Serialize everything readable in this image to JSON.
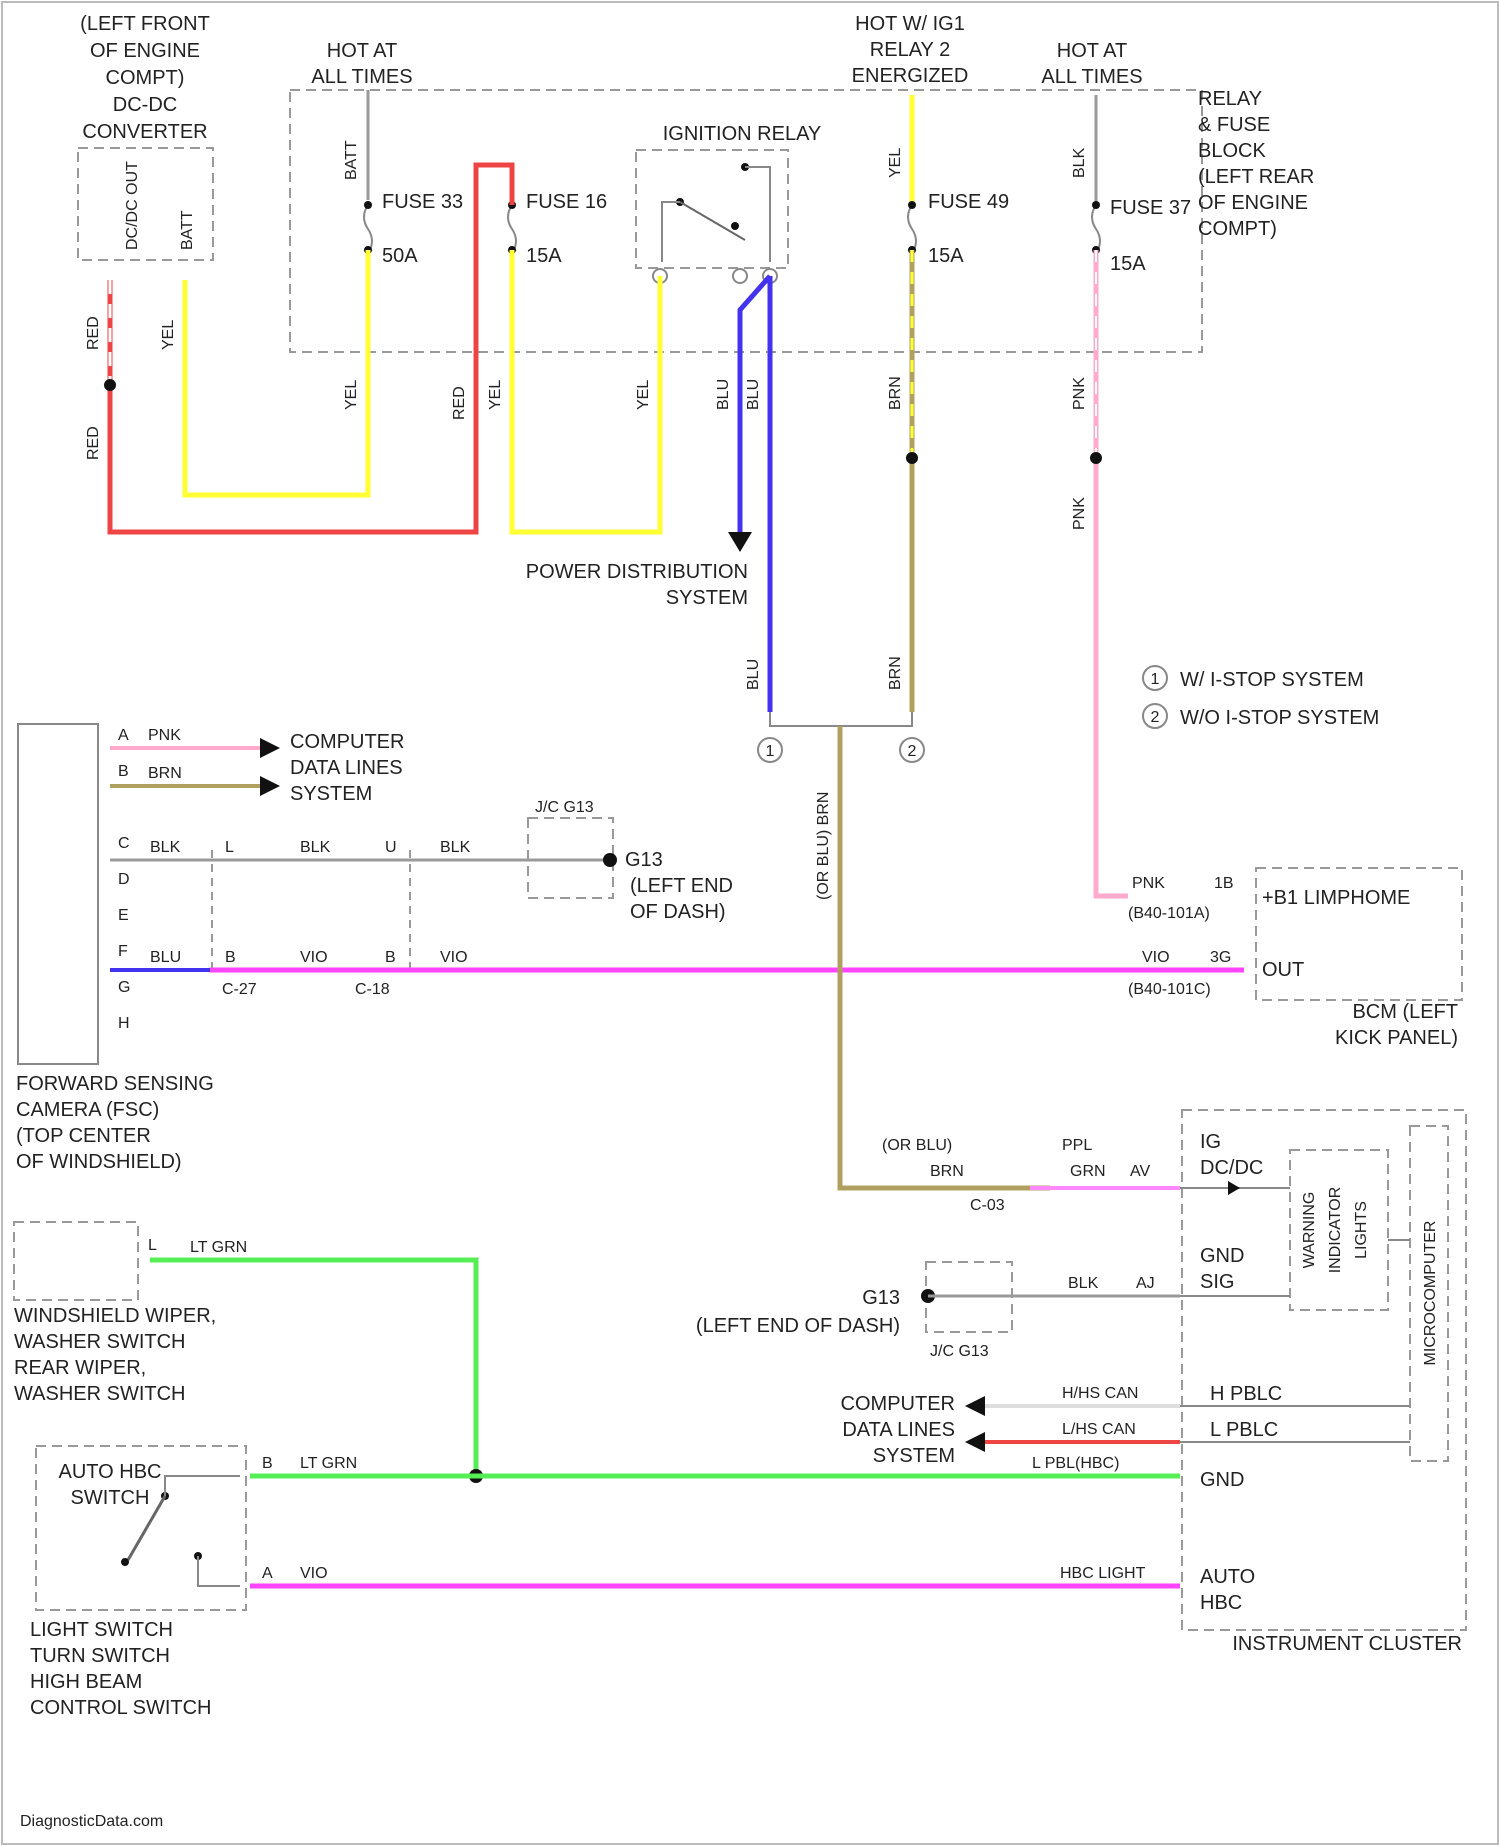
{
  "connector_legend": [
    {
      "num": "1",
      "text": "W/ I-STOP SYSTEM"
    },
    {
      "num": "2",
      "text": "W/O I-STOP SYSTEM"
    }
  ],
  "components": {
    "dcdc": [
      "(LEFT FRONT",
      "OF ENGINE",
      "COMPT)",
      "DC-DC",
      "CONVERTER"
    ],
    "hot_all_1": [
      "HOT AT",
      "ALL TIMES"
    ],
    "hot_ig1": [
      "HOT W/ IG1",
      "RELAY 2",
      "ENERGIZED"
    ],
    "hot_all_2": [
      "HOT AT",
      "ALL TIMES"
    ],
    "relay_block": [
      "RELAY",
      "& FUSE",
      "BLOCK",
      "(LEFT REAR",
      "OF ENGINE",
      "COMPT)"
    ],
    "ignition_relay": "IGNITION RELAY",
    "power_dist": [
      "POWER DISTRIBUTION",
      "SYSTEM"
    ],
    "computer_data_1": [
      "COMPUTER",
      "DATA LINES",
      "SYSTEM"
    ],
    "computer_data_2": [
      "COMPUTER",
      "DATA LINES",
      "SYSTEM"
    ],
    "g13_1": [
      "G13",
      "(LEFT END",
      "OF DASH)"
    ],
    "g13_2": [
      "G13",
      "(LEFT END OF DASH)"
    ],
    "jc": "J/C G13",
    "bcm": [
      "+B1 LIMPHOME",
      "OUT",
      "BCM (LEFT",
      "KICK PANEL)"
    ],
    "fsc": [
      "FORWARD SENSING",
      "CAMERA (FSC)",
      "(TOP CENTER",
      "OF WINDSHIELD)"
    ],
    "wiper": [
      "WINDSHIELD WIPER,",
      "WASHER SWITCH",
      "REAR WIPER,",
      "WASHER SWITCH"
    ],
    "light_switch": [
      "LIGHT SWITCH",
      "TURN SWITCH",
      "HIGH BEAM",
      "CONTROL SWITCH"
    ],
    "auto_hbc": [
      "AUTO HBC",
      "SWITCH"
    ],
    "ic": "INSTRUMENT CLUSTER",
    "ic_pins": [
      "IG",
      "DC/DC",
      "GND",
      "SIG",
      "H PBLC",
      "L PBLC",
      "GND",
      "AUTO",
      "HBC"
    ],
    "warning": [
      "WARNING",
      "INDICATOR",
      "LIGHTS"
    ],
    "micro": "MICROCOMPUTER",
    "watermark": "DiagnosticData.com"
  },
  "fuses": [
    {
      "name": "FUSE 33",
      "amp": "50A"
    },
    {
      "name": "FUSE 16",
      "amp": "15A"
    },
    {
      "name": "FUSE 49",
      "amp": "15A"
    },
    {
      "name": "FUSE 37",
      "amp": "15A"
    }
  ],
  "wire_labels": {
    "red": "RED",
    "yel": "YEL",
    "blu": "BLU",
    "brn": "BRN",
    "blk": "BLK",
    "pnk": "PNK",
    "vio": "VIO",
    "ltgrn": "LT GRN",
    "grn": "GRN",
    "orblu": "(OR BLU)",
    "orblubrn": "(OR BLU) BRN",
    "ppl": "PPL",
    "batt": "BATT",
    "dcdc_out": "DC/DC OUT",
    "hcan": "H/HS CAN",
    "lcan": "L/HS CAN",
    "lpbl": "L PBL(HBC)",
    "hbc_light": "HBC LIGHT"
  },
  "pins": {
    "fsc": [
      "A",
      "B",
      "C",
      "D",
      "E",
      "F",
      "G",
      "H"
    ],
    "conn_l": "L",
    "conn_u": "U",
    "conn_b1": "B",
    "conn_b2": "B",
    "c27": "C-27",
    "c18": "C-18",
    "c03": "C-03",
    "bcm_pin1": "1B",
    "bcm_pin2": "3G",
    "bcm_conn": "(B40-101A)",
    "bcm_conn2": "(B40-101C)",
    "ic_pin_av": "AV",
    "ic_pin_aj": "AJ",
    "wiper_pin": "L",
    "sw_b": "B",
    "sw_a": "A"
  },
  "wire_colors": {
    "red": "#ee4444",
    "yellow": "#ffff33",
    "blue": "#4433ee",
    "tan": "#b0a060",
    "pink": "#ffaacc",
    "violet": "#ff44ff",
    "green": "#55ee55",
    "gray": "#999999"
  }
}
